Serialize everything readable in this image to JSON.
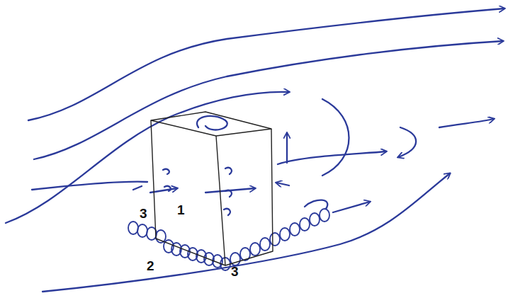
{
  "diagram": {
    "labels": [
      "3",
      "1",
      "2",
      "3"
    ]
  }
}
